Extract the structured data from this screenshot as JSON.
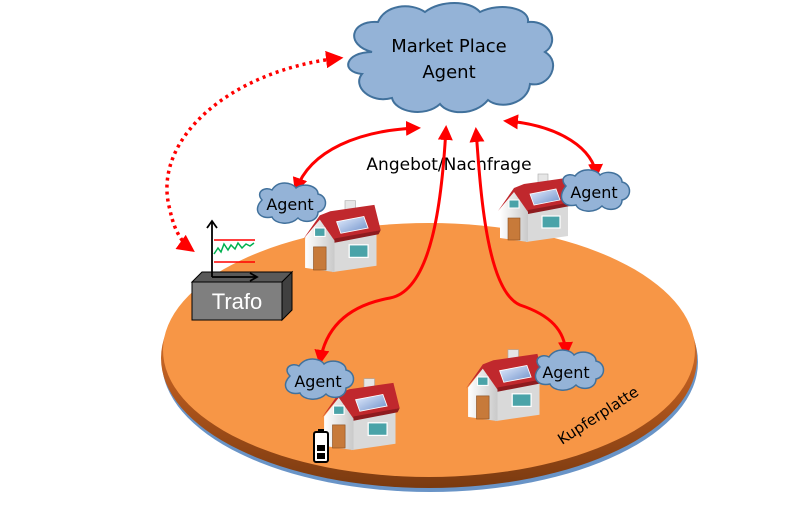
{
  "diagram": {
    "market_place": {
      "line1": "Market Place",
      "line2": "Agent"
    },
    "exchange_label": "Angebot/Nachfrage",
    "agents": [
      {
        "label": "Agent",
        "house": "top-left",
        "extra": ""
      },
      {
        "label": "Agent",
        "house": "top-right",
        "extra": ""
      },
      {
        "label": "Agent",
        "house": "bottom-left",
        "extra": "battery"
      },
      {
        "label": "Agent",
        "house": "bottom-right",
        "extra": ""
      }
    ],
    "transformer": {
      "label": "Trafo"
    },
    "plate_label": "Kupferplatte",
    "colors": {
      "cloud_fill": "#94B3D7",
      "cloud_stroke": "#41719C",
      "plate_fill": "#F79646",
      "plate_rim": "#C0632A",
      "plate_shadow": "#4F81BD",
      "arrow": "#FF0000",
      "trafo_fill": "#7F7F7F",
      "roof": "#C0282D",
      "chart_line": "#00B050"
    }
  }
}
